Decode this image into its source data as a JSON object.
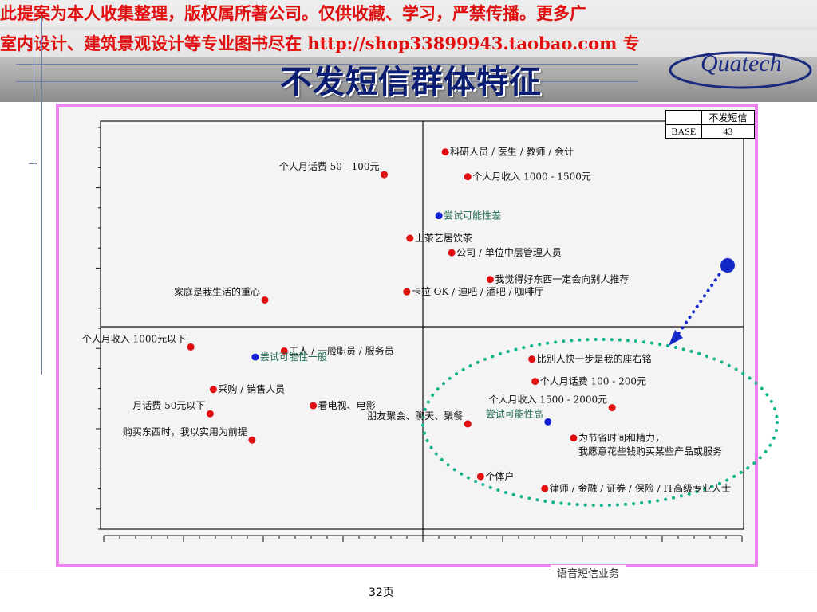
{
  "watermark": {
    "line1": "此提案为本人收集整理，版权属所著公司。仅供收藏、学习，严禁传播。更多广",
    "line2": "室内设计、建筑景观设计等专业图书尽在 http://shop33899943.taobao.com 专"
  },
  "slide": {
    "title": "不发短信群体特征",
    "logo_text": "Quatech",
    "footer_note": "语音短信业务",
    "page_number": "32页"
  },
  "base_table": {
    "header": "不发短信",
    "row_label": "BASE",
    "row_value": "43"
  },
  "colors": {
    "red_point": "#e01010",
    "blue_point": "#1020d0",
    "green_label": "#1f6b4e",
    "frame_border": "#ee82ee",
    "highlight_dots": "#14b48c",
    "arrow": "#1428c8"
  },
  "chart_data": {
    "type": "scatter",
    "title": "",
    "xlabel": "",
    "ylabel": "",
    "xlim": [
      -1,
      1
    ],
    "ylim": [
      -1,
      1
    ],
    "points": [
      {
        "label": "科研人员 / 医生 / 教师 / 会计",
        "x": 0.07,
        "y": 0.85,
        "color": "red",
        "anchor": "right"
      },
      {
        "label": "个人月收入 1000 - 1500元",
        "x": 0.14,
        "y": 0.73,
        "color": "red",
        "anchor": "right"
      },
      {
        "label": "个人月话费 50 - 100元",
        "x": -0.12,
        "y": 0.74,
        "color": "red",
        "anchor": "left"
      },
      {
        "label": "尝试可能性差",
        "x": 0.05,
        "y": 0.54,
        "color": "blue",
        "anchor": "right"
      },
      {
        "label": "上茶艺居饮茶",
        "x": -0.04,
        "y": 0.43,
        "color": "red",
        "anchor": "right"
      },
      {
        "label": "公司 / 单位中层管理人员",
        "x": 0.09,
        "y": 0.36,
        "color": "red",
        "anchor": "right"
      },
      {
        "label": "我觉得好东西一定会向别人推荐",
        "x": 0.21,
        "y": 0.23,
        "color": "red",
        "anchor": "right"
      },
      {
        "label": "卡拉 OK / 迪吧 / 酒吧 / 咖啡厅",
        "x": -0.05,
        "y": 0.17,
        "color": "red",
        "anchor": "right"
      },
      {
        "label": "家庭是我生活的重心",
        "x": -0.49,
        "y": 0.13,
        "color": "red",
        "anchor": "left"
      },
      {
        "label": "个人月收入 1000元以下",
        "x": -0.72,
        "y": -0.1,
        "color": "red",
        "anchor": "left"
      },
      {
        "label": "工人 / 一般职员 / 服务员",
        "x": -0.43,
        "y": -0.12,
        "color": "red",
        "anchor": "right"
      },
      {
        "label": "尝试可能性一般",
        "x": -0.52,
        "y": -0.15,
        "color": "blue",
        "anchor": "right"
      },
      {
        "label": "采购 / 销售人员",
        "x": -0.65,
        "y": -0.31,
        "color": "red",
        "anchor": "right"
      },
      {
        "label": "看电视、电影",
        "x": -0.34,
        "y": -0.39,
        "color": "red",
        "anchor": "right"
      },
      {
        "label": "月话费 50元以下",
        "x": -0.66,
        "y": -0.43,
        "color": "red",
        "anchor": "left"
      },
      {
        "label": "购买东西时，我以实用为前提",
        "x": -0.53,
        "y": -0.56,
        "color": "red",
        "anchor": "left"
      },
      {
        "label": "比别人快一步是我的座右铭",
        "x": 0.34,
        "y": -0.16,
        "color": "red",
        "anchor": "right"
      },
      {
        "label": "个人月话费 100 - 200元",
        "x": 0.35,
        "y": -0.27,
        "color": "red",
        "anchor": "right"
      },
      {
        "label": "个人月收入 1500 - 2000元",
        "x": 0.59,
        "y": -0.4,
        "color": "red",
        "anchor": "left"
      },
      {
        "label": "尝试可能性高",
        "x": 0.39,
        "y": -0.47,
        "color": "blue",
        "anchor": "left"
      },
      {
        "label": "朋友聚会、聊天、聚餐",
        "x": 0.14,
        "y": -0.48,
        "color": "red",
        "anchor": "left"
      },
      {
        "label": "为节省时间和精力，我愿意花些钱购买某些产品或服务",
        "x": 0.47,
        "y": -0.55,
        "color": "red",
        "anchor": "right"
      },
      {
        "label": "个体户",
        "x": 0.18,
        "y": -0.74,
        "color": "red",
        "anchor": "right"
      },
      {
        "label": "律师 / 金融 / 证券 / 保险 / IT高级专业人士",
        "x": 0.38,
        "y": -0.8,
        "color": "red",
        "anchor": "right"
      }
    ],
    "grid": false,
    "legend": "none"
  }
}
